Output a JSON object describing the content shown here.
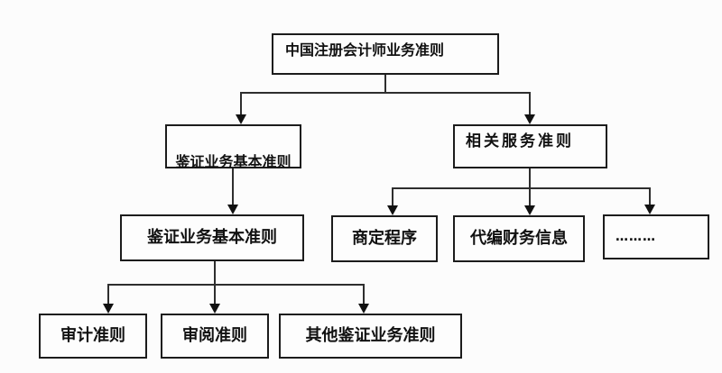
{
  "diagram": {
    "type": "flowchart",
    "nodes": {
      "root": {
        "label": "中国注册会计师业务准则"
      },
      "assurance_basic_upper": {
        "label": "鉴证业务基本准则"
      },
      "related_services": {
        "label": "相关服务准则"
      },
      "assurance_basic_lower": {
        "label": "鉴证业务基本准则"
      },
      "agreed_procedures": {
        "label": "商定程序"
      },
      "compiled_financial_info": {
        "label": "代编财务信息"
      },
      "ellipsis": {
        "label": "………"
      },
      "audit_standards": {
        "label": "审计准则"
      },
      "review_standards": {
        "label": "审阅准则"
      },
      "other_assurance": {
        "label": "其他鉴证业务准则"
      }
    },
    "edges": [
      {
        "from": "root",
        "to": "assurance_basic_upper"
      },
      {
        "from": "root",
        "to": "related_services"
      },
      {
        "from": "assurance_basic_upper",
        "to": "assurance_basic_lower"
      },
      {
        "from": "assurance_basic_lower",
        "to": "audit_standards"
      },
      {
        "from": "assurance_basic_lower",
        "to": "review_standards"
      },
      {
        "from": "assurance_basic_lower",
        "to": "other_assurance"
      },
      {
        "from": "related_services",
        "to": "agreed_procedures"
      },
      {
        "from": "related_services",
        "to": "compiled_financial_info"
      },
      {
        "from": "related_services",
        "to": "ellipsis"
      }
    ],
    "colors": {
      "line": "#2e2e2e",
      "arrow": "#111111",
      "box_border": "#1c1c1c",
      "box_fill": "#fdfdfd",
      "text": "#111111",
      "background": "#fcfcfc"
    }
  }
}
